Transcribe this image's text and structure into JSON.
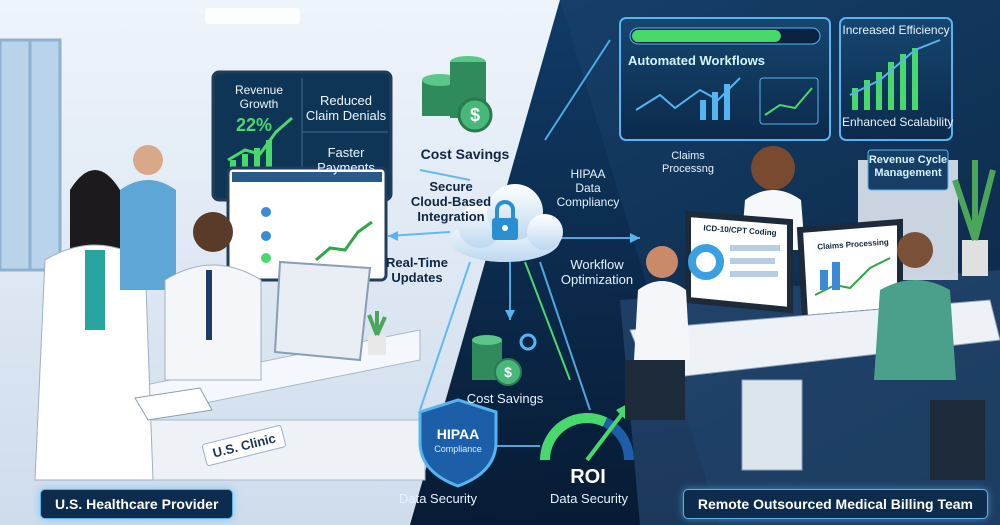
{
  "left_panel": {
    "dashboard": {
      "revenue_growth_label": "Revenue\nGrowth",
      "revenue_growth_value": "22%",
      "reduced_denials": "Reduced\nClaim Denials",
      "faster_payments": "Faster\nPayments"
    },
    "cost_savings_top": "Cost Savings",
    "clinic_sign": "U.S. Clinic",
    "caption": "U.S. Healthcare Provider"
  },
  "center": {
    "secure_integration": "Secure\nCloud-Based\nIntegration",
    "real_time_updates": "Real-Time\nUpdates",
    "hipaa_data_compliancy": "HIPAA\nData\nCompliancy",
    "workflow_optimization": "Workflow\nOptimization",
    "cost_savings_bottom": "Cost Savings",
    "hipaa_shield_title": "HIPAA",
    "hipaa_shield_sub": "Compliance",
    "data_security_left": "Data Security",
    "roi_label": "ROI",
    "data_security_right": "Data Security"
  },
  "right_panel": {
    "automated_workflows": "Automated Workflows",
    "increased_efficiency": "Increased Efficiency",
    "enhanced_scalability": "Enhanced Scalability",
    "claims_processing_float": "Claims\nProcessng",
    "revenue_cycle": "Revenue Cycle\nManagement",
    "icd_coding_screen": "ICD-10/CPT Coding",
    "claims_processing_screen": "Claims Processing",
    "caption": "Remote Outsourced Medical Billing Team"
  },
  "automated_workflows_progress": 0.8,
  "colors": {
    "left_bg": "#dfe9f5",
    "right_bg": "#0c2c52",
    "neon_blue": "#56b5f0",
    "neon_green": "#49d86c"
  }
}
